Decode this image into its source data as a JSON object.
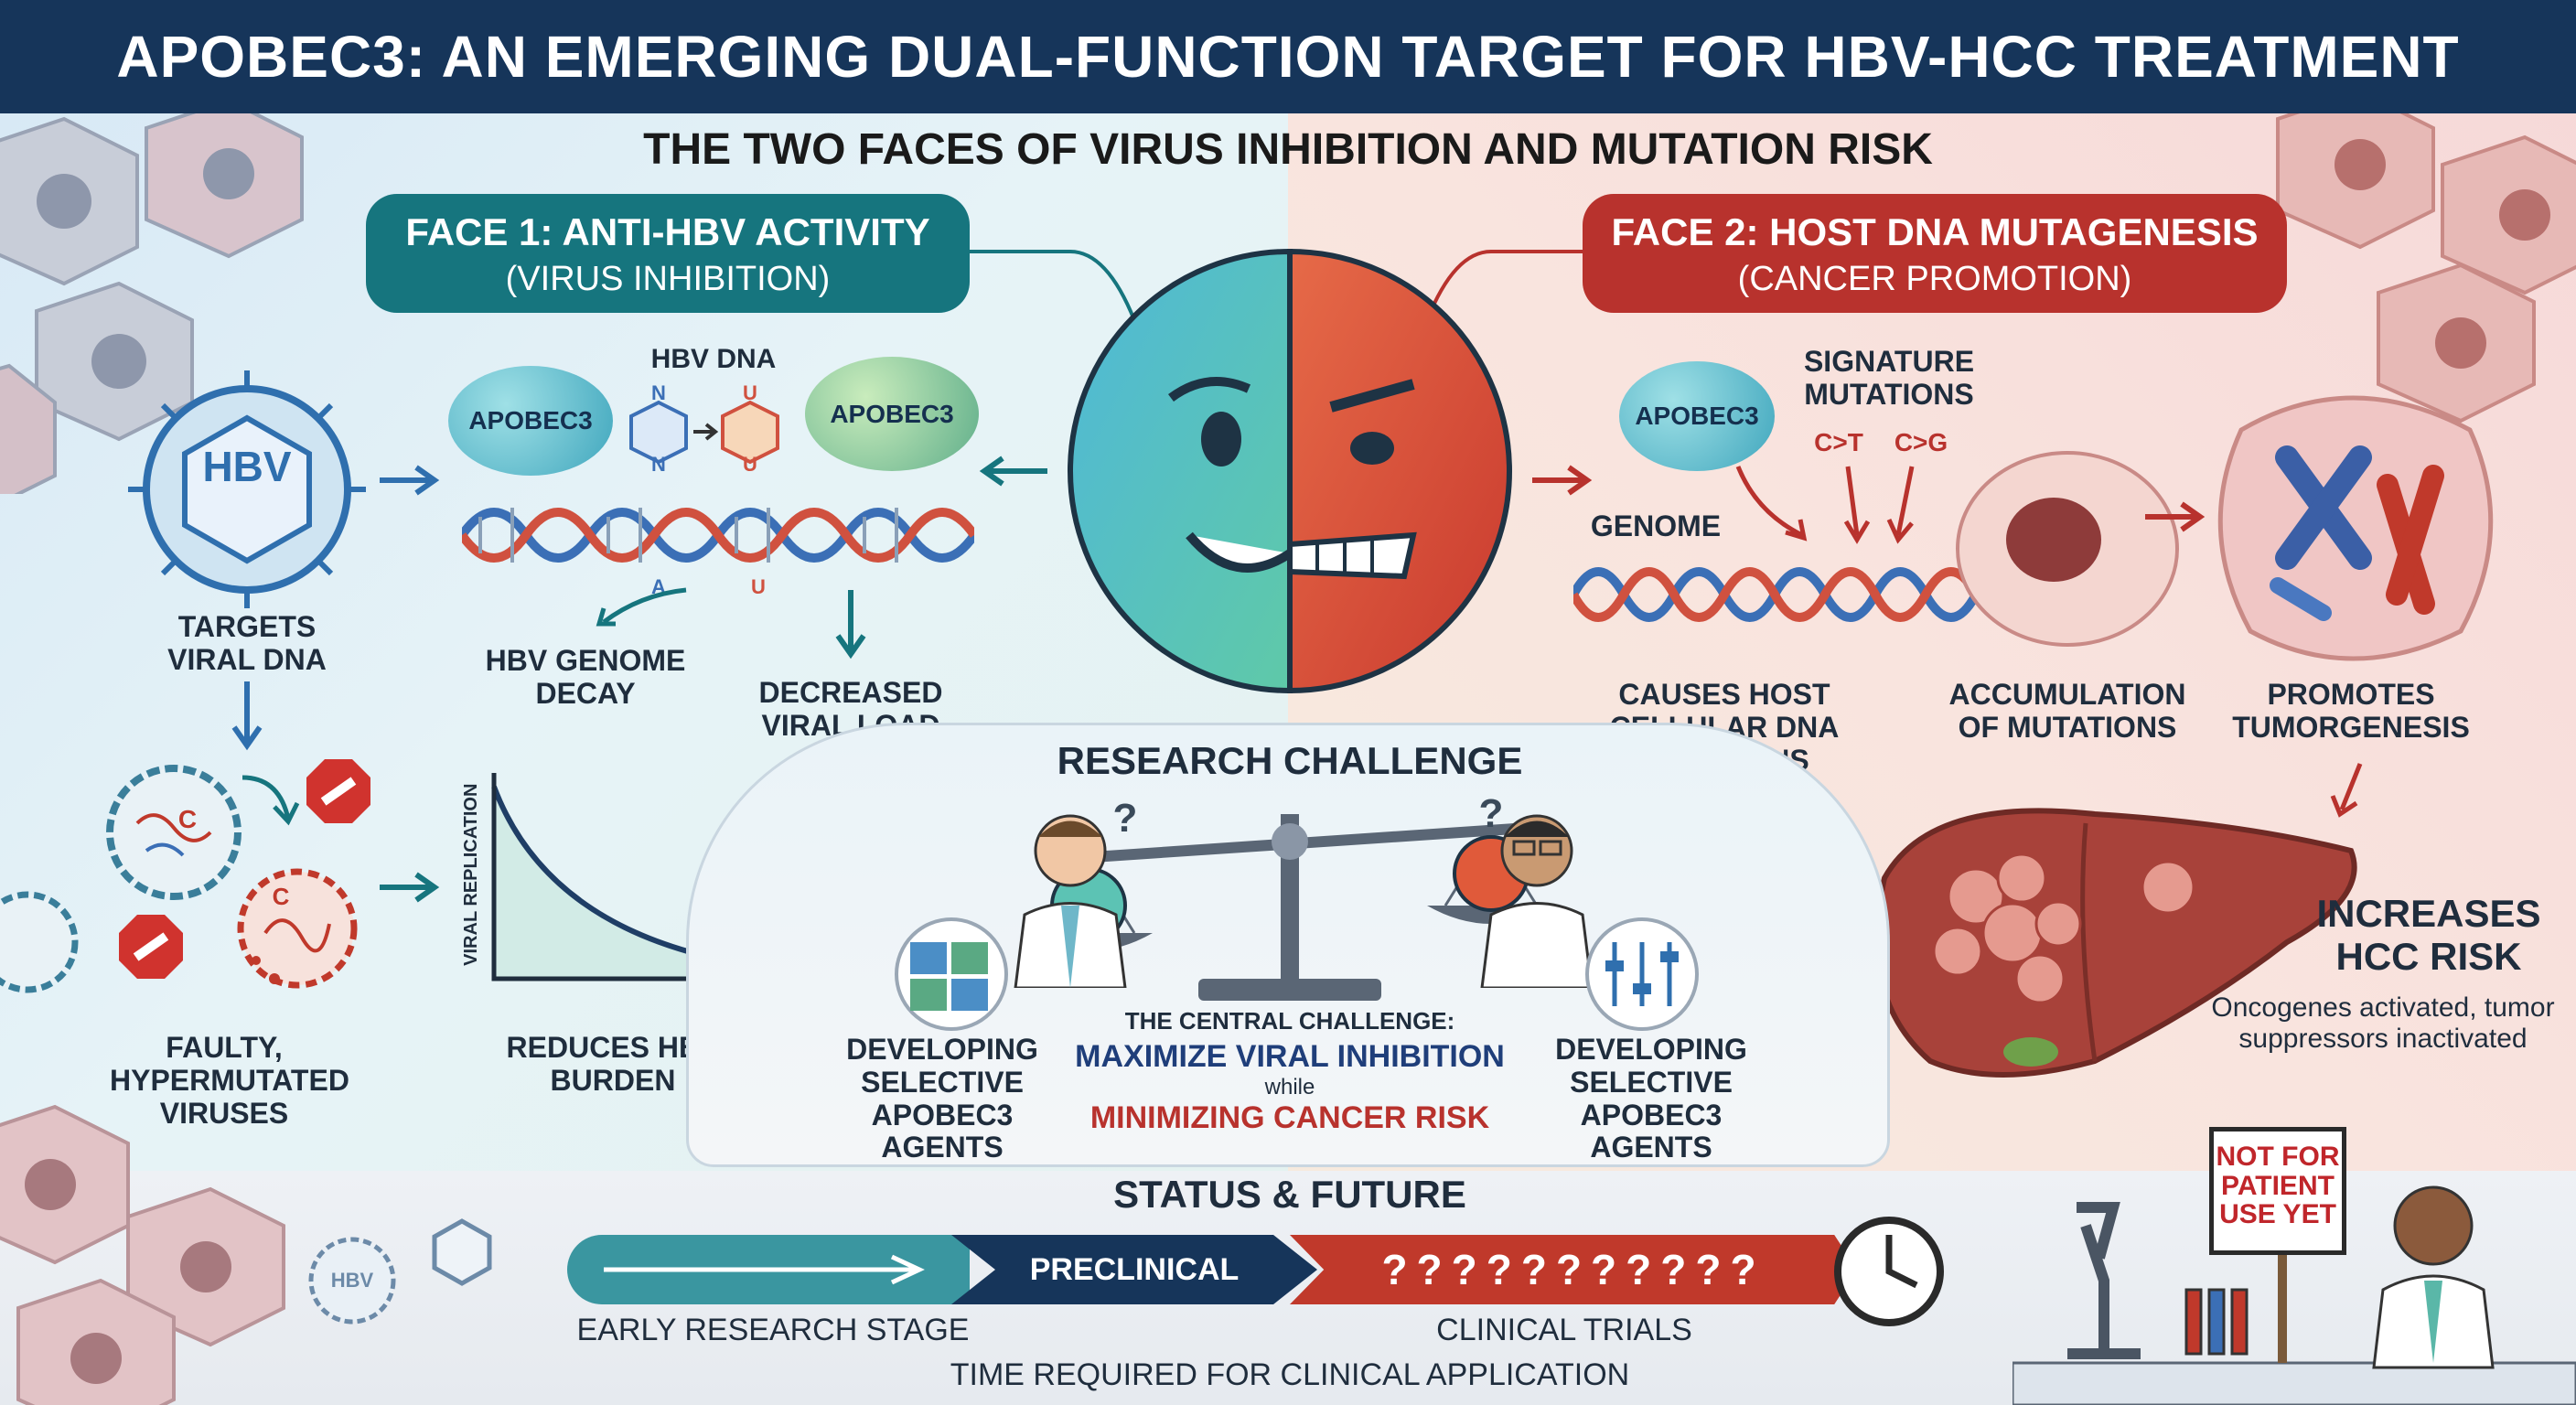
{
  "title": "APOBEC3: AN EMERGING DUAL-FUNCTION TARGET FOR HBV-HCC TREATMENT",
  "subtitle": "THE TWO FACES OF VIRUS INHIBITION AND MUTATION RISK",
  "face1": {
    "title": "FACE 1: ANTI-HBV ACTIVITY",
    "subtitle": "(VIRUS INHIBITION)",
    "hbv_label": "HBV",
    "targets": "TARGETS VIRAL DNA",
    "apobec_a": "APOBEC3",
    "apobec_b": "APOBEC3",
    "hbv_dna": "HBV DNA",
    "base_n1": "N",
    "base_n2": "N",
    "base_u1": "U",
    "base_u2": "U",
    "base_a": "A",
    "base_u3": "U",
    "genome_decay": "HBV GENOME DECAY",
    "decreased_load": "DECREASED VIRAL LOAD",
    "faulty": "FAULTY, HYPERMUTATED VIRUSES",
    "reduces": "REDUCES HBV BURDEN",
    "y_axis": "VIRAL REPLICATION",
    "virus_c": "C",
    "virus_c2": "C"
  },
  "face2": {
    "title": "FACE 2: HOST DNA MUTAGENESIS",
    "subtitle": "(CANCER PROMOTION)",
    "apobec": "APOBEC3",
    "signature": "SIGNATURE MUTATIONS",
    "ct": "C>T",
    "cg": "C>G",
    "genome": "GENOME",
    "causes": "CAUSES HOST CELLULAR DNA MUTATIONS",
    "accumulation": "ACCUMULATION OF MUTATIONS",
    "promotes": "PROMOTES TUMORGENESIS",
    "increases": "INCREASES HCC RISK",
    "oncogenes": "Oncogenes activated, tumor suppressors inactivated"
  },
  "challenge": {
    "title": "RESEARCH CHALLENGE",
    "central": "THE CENTRAL CHALLENGE:",
    "maximize": "MAXIMIZE VIRAL INHIBITION",
    "while": "while",
    "minimizing": "MINIMIZING CANCER RISK",
    "dev_left": "DEVELOPING SELECTIVE APOBEC3 AGENTS",
    "dev_right": "DEVELOPING SELECTIVE APOBEC3 AGENTS",
    "q1": "?",
    "q2": "?"
  },
  "status": {
    "title": "STATUS & FUTURE",
    "preclinical": "PRECLINICAL",
    "questions": "???????????",
    "early": "EARLY RESEARCH STAGE",
    "clinical": "CLINICAL TRIALS",
    "time": "TIME REQUIRED FOR CLINICAL APPLICATION",
    "sign": "NOT FOR PATIENT USE YET",
    "small_hbv": "HBV"
  },
  "colors": {
    "header": "#16355a",
    "teal": "#16757e",
    "red": "#b8322d",
    "dna_blue": "#3b6fb6",
    "dna_red": "#d0513f"
  }
}
